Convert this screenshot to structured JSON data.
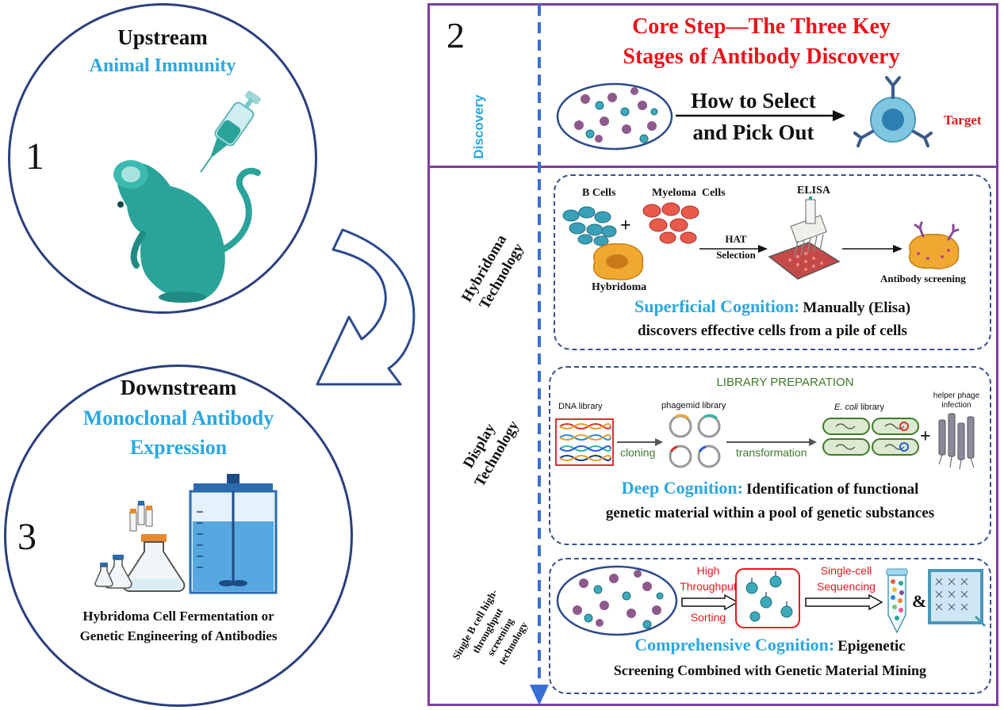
{
  "upstream": {
    "number": "1",
    "title": "Upstream",
    "subtitle": "Animal Immunity"
  },
  "downstream": {
    "number": "3",
    "title": "Downstream",
    "subtitle_line1": "Monoclonal Antibody",
    "subtitle_line2": "Expression",
    "caption_line1": "Hybridoma Cell Fermentation or",
    "caption_line2": "Genetic Engineering of Antibodies"
  },
  "discovery": {
    "number": "2",
    "side_label": "Discovery",
    "title_line1": "Core Step—The Three Key",
    "title_line2": "Stages of Antibody Discovery",
    "arrow_line1": "How to Select",
    "arrow_line2": "and Pick Out",
    "target_label": "Target"
  },
  "hybridoma": {
    "side_label_line1": "Hybridoma",
    "side_label_line2": "Technology",
    "b_cells": "B Cells",
    "myeloma": "Myeloma  Cells",
    "plus": "+",
    "hybridoma_label": "Hybridoma",
    "hat_line1": "HAT",
    "hat_line2": "Selection",
    "elisa": "ELISA",
    "antibody_screening": "Antibody screening",
    "cognition_label": "Superficial Cognition:",
    "cognition_text_1": "Manually (Elisa)",
    "cognition_text_2": "discovers effective cells from a pile of cells"
  },
  "display": {
    "side_label_line1": "Display",
    "side_label_line2": "Technology",
    "library_prep": "LIBRARY PREPARATION",
    "dna_library": "DNA library",
    "phagemid_library": "phagemid library",
    "ecoli_library_italic": "E. coli",
    "ecoli_library_rest": " library",
    "helper_line1": "helper phage",
    "helper_line2": "infection",
    "cloning": "cloning",
    "transformation": "transformation",
    "plus": "+",
    "cognition_label": "Deep Cognition:",
    "cognition_text_1": "Identification of functional",
    "cognition_text_2": "genetic material within a pool of genetic substances"
  },
  "singlecell": {
    "side_label_line1": "Single B cell high-",
    "side_label_line2": "throughput",
    "side_label_line3": "screening",
    "side_label_line4": "technology",
    "sort_line1": "High",
    "sort_line2": "Throughput",
    "sort_line3": "Sorting",
    "seq_line1": "Single-cell",
    "seq_line2": "Sequencing",
    "ampersand": "&",
    "cognition_label": "Comprehensive Cognition:",
    "cognition_text_1": "Epigenetic",
    "cognition_text_2": "Screening Combined with Genetic Material Mining"
  },
  "colors": {
    "accent_blue": "#2aa7e0",
    "accent_red": "#e8151b",
    "panel_border": "#7b3fa0",
    "circle_border": "#2b3f7f",
    "dashed_line": "#3b6fd4",
    "teal": "#2aa39a"
  }
}
